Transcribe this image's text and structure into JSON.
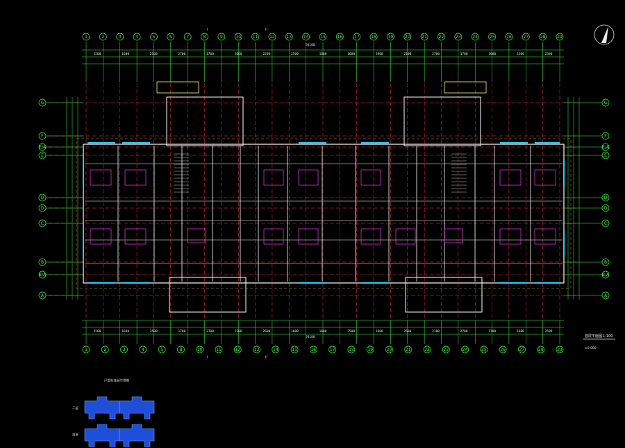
{
  "drawing": {
    "colors": {
      "background": "#000000",
      "axis": "#3cff3c",
      "axis_line": "#ff3030",
      "wall": "#ffffff",
      "window": "#22d0ff",
      "furniture": "#ff33ff",
      "dimension": "#ffffff",
      "hatch": "#2a6bff",
      "stair": "#ffff66"
    },
    "top_axes": [
      "1",
      "2",
      "3",
      "4",
      "5",
      "6",
      "7",
      "8",
      "9",
      "10",
      "11",
      "12",
      "13",
      "14",
      "15",
      "16",
      "17",
      "18",
      "19",
      "20",
      "21",
      "22",
      "23",
      "24",
      "25",
      "26",
      "27",
      "28",
      "29"
    ],
    "bottom_axes": [
      "1",
      "2",
      "3",
      "4",
      "5",
      "B",
      "10",
      "11",
      "12",
      "13",
      "14",
      "15",
      "16",
      "17",
      "18",
      "19",
      "20",
      "21",
      "22",
      "23",
      "24",
      "25",
      "26",
      "27",
      "28",
      "29"
    ],
    "left_axes": [
      "G",
      "F",
      "E/A",
      "E",
      "D",
      "D",
      "C",
      "B",
      "B/A",
      "A"
    ],
    "right_axes": [
      "G",
      "F",
      "E/A",
      "E",
      "D",
      "D",
      "C",
      "B",
      "B/A",
      "A"
    ],
    "overall_dimension_top": "58180",
    "overall_dimension_bottom": "58180",
    "top_dims": [
      "2500",
      "1600",
      "2100",
      "2700",
      "1700",
      "1600",
      "2200",
      "2500",
      "1600",
      "1600",
      "2600",
      "2100",
      "2700",
      "1700",
      "1600",
      "2200",
      "2500"
    ],
    "bottom_dims": [
      "2500",
      "1600",
      "2500",
      "1700",
      "2700",
      "2100",
      "2600",
      "1600",
      "1600",
      "2500",
      "1600",
      "2500",
      "2100",
      "2700",
      "1700",
      "1600",
      "2500"
    ],
    "title_block": {
      "label": "首层平面图",
      "scale": "1:100"
    },
    "elevation_note": "±0.000",
    "legend_title": "户型标准层示意图",
    "legend_items": [
      "二层",
      "首层"
    ],
    "cut_markers": [
      "II",
      "II",
      "I",
      "I"
    ]
  }
}
